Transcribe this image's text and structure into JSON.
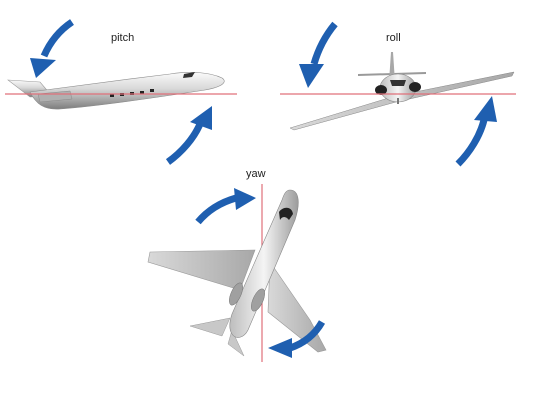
{
  "labels": {
    "pitch": "pitch",
    "roll": "roll",
    "yaw": "yaw"
  },
  "colors": {
    "axis_line": "#e0707a",
    "arrow": "#1f5fb0",
    "fuselage_light": "#f2f2f2",
    "fuselage_dark": "#8a8a8a",
    "window": "#222222"
  },
  "icons": {
    "rotation_arrow": "curved-arrow-icon",
    "aircraft": "airplane-icon"
  }
}
